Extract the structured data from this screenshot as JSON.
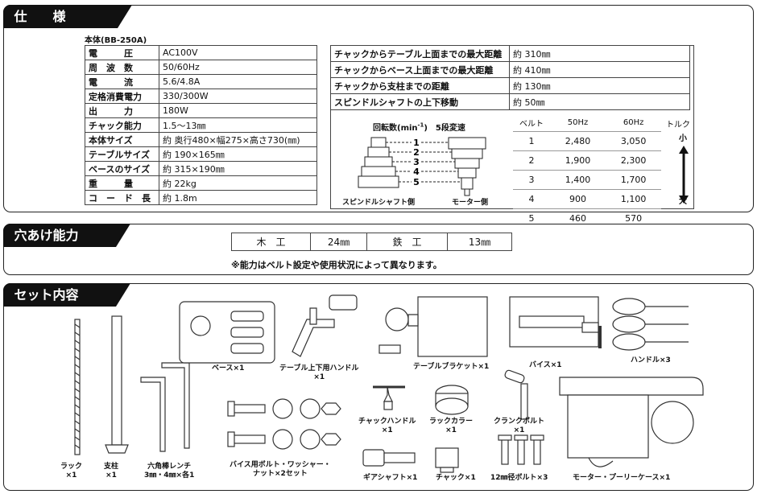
{
  "spec": {
    "header": "仕　　様",
    "model": "本体(BB-250A)",
    "left_rows": [
      {
        "label": "電　　　圧",
        "value": "AC100V"
      },
      {
        "label": "周　波　数",
        "value": "50/60Hz"
      },
      {
        "label": "電　　　流",
        "value": "5.6/4.8A"
      },
      {
        "label": "定格消費電力",
        "value": "330/300W"
      },
      {
        "label": "出　　　力",
        "value": "180W"
      },
      {
        "label": "チャック能力",
        "value": "1.5～13㎜"
      },
      {
        "label": "本体サイズ",
        "value": "約 奥行480×幅275×高さ730(㎜)"
      },
      {
        "label": "テーブルサイズ",
        "value": "約 190×165㎜"
      },
      {
        "label": "ベースのサイズ",
        "value": "約 315×190㎜"
      },
      {
        "label": "重　　　量",
        "value": "約 22kg"
      },
      {
        "label": "コ　ー　ド　長",
        "value": "約 1.8m"
      }
    ],
    "right_rows": [
      {
        "label": "チャックからテーブル上面までの最大距離",
        "value": "約 310㎜"
      },
      {
        "label": "チャックからベース上面までの最大距離",
        "value": "約 410㎜"
      },
      {
        "label": "チャックから支柱までの距離",
        "value": "約 130㎜"
      },
      {
        "label": "スピンドルシャフトの上下移動",
        "value": "約 50㎜"
      }
    ],
    "pulley": {
      "title": "回転数(min-1)　5段変速",
      "steps": [
        "1",
        "2",
        "3",
        "4",
        "5"
      ],
      "spindle_label": "スピンドルシャフト側",
      "motor_label": "モーター側"
    },
    "speed_table": {
      "headers": [
        "ベルト",
        "50Hz",
        "60Hz",
        "トルク"
      ],
      "rows": [
        {
          "belt": "1",
          "hz50": "2,480",
          "hz60": "3,050"
        },
        {
          "belt": "2",
          "hz50": "1,900",
          "hz60": "2,300"
        },
        {
          "belt": "3",
          "hz50": "1,400",
          "hz60": "1,700"
        },
        {
          "belt": "4",
          "hz50": "900",
          "hz60": "1,100"
        },
        {
          "belt": "5",
          "hz50": "460",
          "hz60": "570"
        }
      ],
      "torque_small": "小",
      "torque_large": "大"
    }
  },
  "drilling": {
    "header": "穴あけ能力",
    "cells": [
      "木　工",
      "24㎜",
      "鉄　工",
      "13㎜"
    ],
    "note": "※能力はベルト設定や使用状況によって異なります。"
  },
  "set": {
    "header": "セット内容",
    "items": {
      "rack": "ラック\n×1",
      "column": "支柱\n×1",
      "hex_wrench": "六角棒レンチ\n3㎜・4㎜×各1",
      "vise_bolts": "バイス用ボルト・ワッシャー・\nナット×2セット",
      "base": "ベース×1",
      "table_handle": "テーブル上下用ハンドル\n×1",
      "table_bracket": "テーブルブラケット×1",
      "vise": "バイス×1",
      "handles": "ハンドル×3",
      "chuck_handle": "チャックハンドル\n×1",
      "rack_collar": "ラックカラー\n×1",
      "crank_bolt": "クランクボルト\n×1",
      "gear_shaft": "ギアシャフト×1",
      "chuck": "チャック×1",
      "bolts_12": "12㎜径ボルト×3",
      "motor_case": "モーター・プーリーケース×1"
    }
  }
}
